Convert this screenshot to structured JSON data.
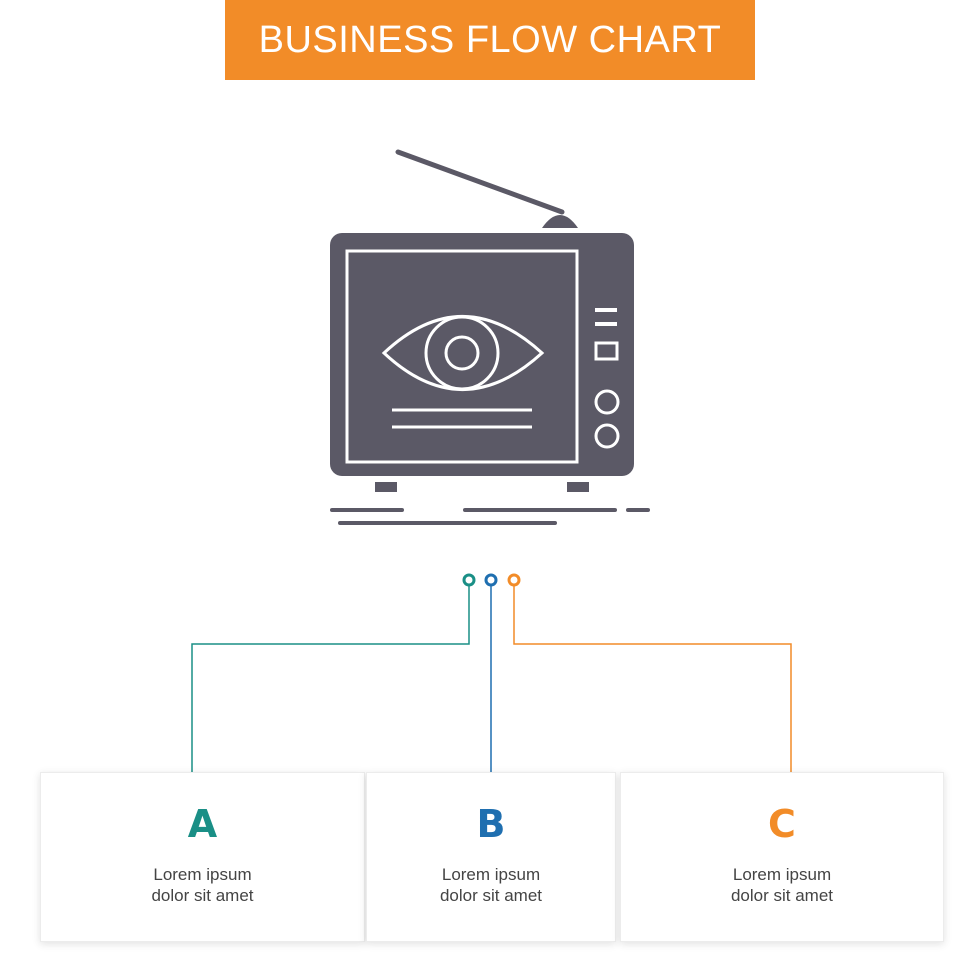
{
  "title": "BUSINESS FLOW CHART",
  "colors": {
    "title_bg": "#f28c28",
    "icon": "#5b5966",
    "branch_a": "#1a8f86",
    "branch_b": "#1f6fb0",
    "branch_c": "#f28c28"
  },
  "icon": "tv-eye-icon",
  "steps": [
    {
      "letter": "A",
      "line1": "Lorem ipsum",
      "line2": "dolor sit amet"
    },
    {
      "letter": "B",
      "line1": "Lorem ipsum",
      "line2": "dolor sit amet"
    },
    {
      "letter": "C",
      "line1": "Lorem ipsum",
      "line2": "dolor sit amet"
    }
  ]
}
